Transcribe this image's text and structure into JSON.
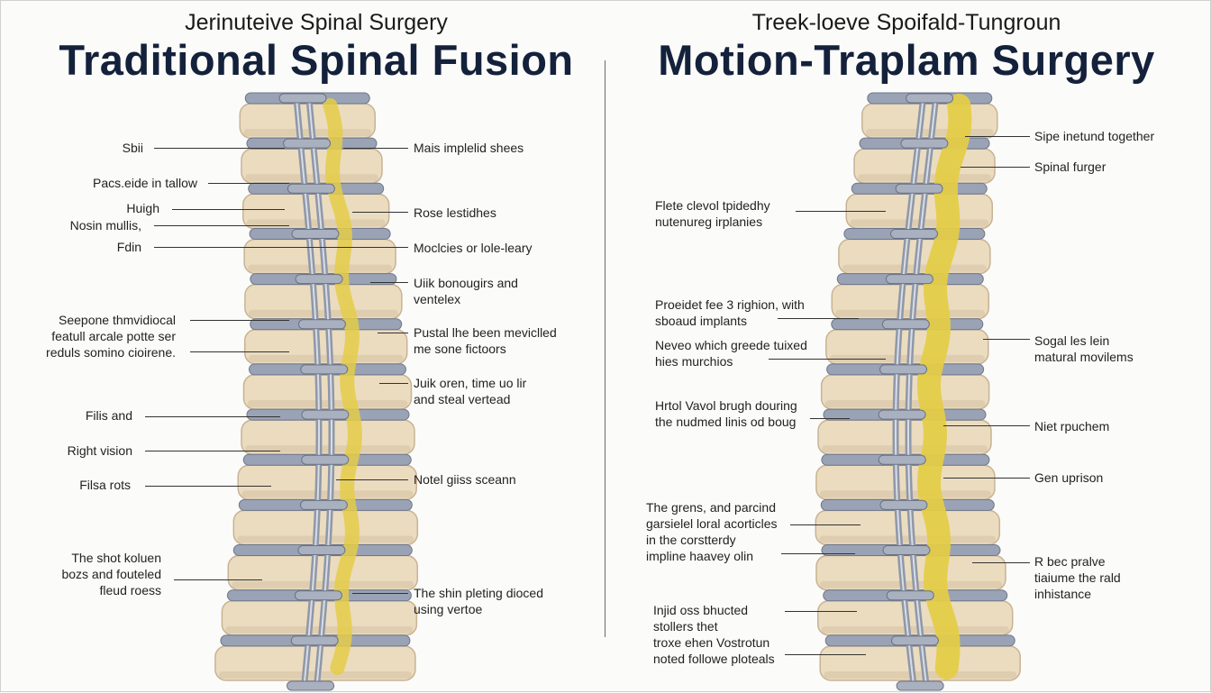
{
  "left": {
    "subtitle": "Jerinuteive Spinal Surgery",
    "title": "Traditional Spinal Fusion",
    "labels_left": [
      [
        "Sbii"
      ],
      [
        "Pacs.eide in tallow"
      ],
      [
        "Huigh"
      ],
      [
        "Nosin mullis,"
      ],
      [
        "Fdin"
      ],
      [
        "Seepone thmvidiocal",
        "featull arcale potte ser",
        "reduls somino cioirene."
      ],
      [
        "Filis and"
      ],
      [
        "Right vision"
      ],
      [
        "Filsa rots"
      ],
      [
        "The shot koluen",
        "bozs and fouteled",
        "fleud roess"
      ]
    ],
    "labels_right": [
      [
        "Mais implelid shees"
      ],
      [
        "Rose lestidhes"
      ],
      [
        "Moclcies or lole-leary"
      ],
      [
        "Uiik bonougirs and",
        "ventelex"
      ],
      [
        "Pustal lhe been meviclled",
        "me sone fictoors"
      ],
      [
        "Juik oren, time uo lir",
        "and steal vertead"
      ],
      [
        "Notel giiss sceann"
      ],
      [
        "The shin pleting dioced",
        "using vertoe"
      ]
    ]
  },
  "right": {
    "subtitle": "Treek-loeve Spoifald-Tungroun",
    "title": "Motion-Traplam Surgery",
    "labels_left": [
      [
        "Flete clevol tpidedhy",
        "nutenureg irplanies"
      ],
      [
        "Proeidet fee 3 righion, with",
        "sboaud implants"
      ],
      [
        "Neveo which greede tuixed",
        "hies murchios"
      ],
      [
        "Hrtol Vavol brugh douring",
        "the nudmed linis od boug"
      ],
      [
        "The grens, and parcind",
        "garsielel loral acorticles",
        "in the corstterdy",
        "impline haavey olin"
      ],
      [
        "Injid oss bhucted",
        "stollers thet",
        "troxe ehen Vostrotun",
        "noted followe ploteals"
      ]
    ],
    "labels_right": [
      [
        "Sipe inetund together"
      ],
      [
        "Spinal furger"
      ],
      [
        "Sogal les lein",
        "matural movilems"
      ],
      [
        "Niet rpuchem"
      ],
      [
        "Gen uprison"
      ],
      [
        "R bec pralve",
        "tiaiume the rald",
        "inhistance"
      ]
    ]
  },
  "colors": {
    "bone": "#ebdcc0",
    "bone_shadow": "#c8b393",
    "disc": "#9aa3b5",
    "rod": "#8f98a8",
    "graft": "#e4cc48",
    "title": "#14213b"
  }
}
